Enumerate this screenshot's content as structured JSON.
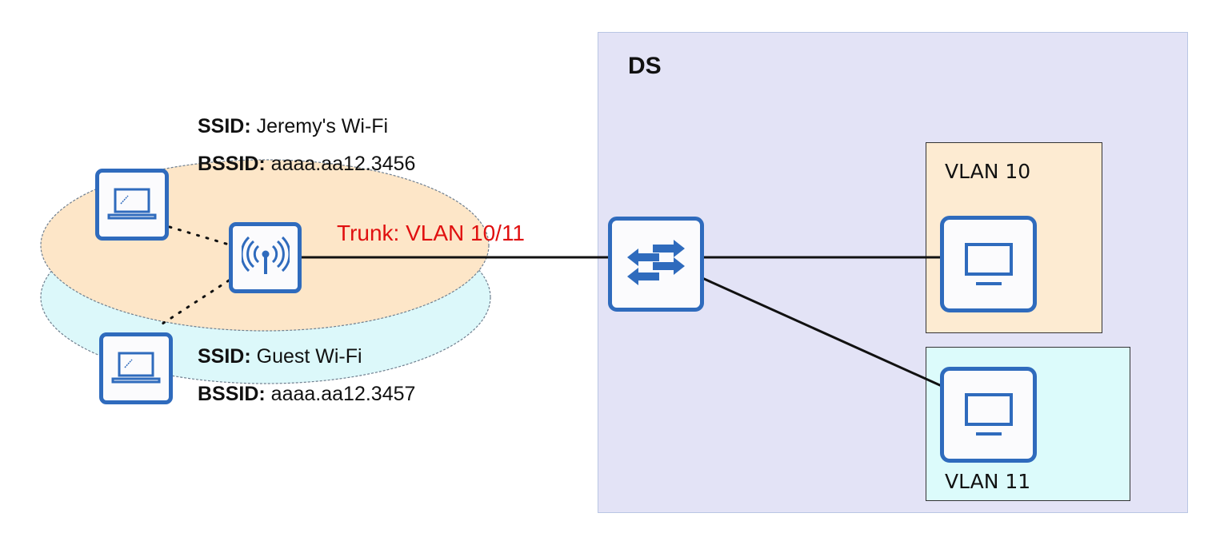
{
  "wireless": {
    "bss1": {
      "ssid_key": "SSID:",
      "ssid_value": " Jeremy's Wi-Fi",
      "bssid_key": "BSSID:",
      "bssid_value": " aaaa.aa12.3456",
      "fill": "#fde6c8"
    },
    "bss2": {
      "ssid_key": "SSID:",
      "ssid_value": " Guest Wi-Fi",
      "bssid_key": "BSSID:",
      "bssid_value": " aaaa.aa12.3457",
      "fill": "#dcf8fa"
    }
  },
  "link": {
    "trunk_label": "Trunk: VLAN 10/11",
    "trunk_color": "#e01010"
  },
  "ds": {
    "title": "DS",
    "vlans": [
      {
        "label": "VLAN 10"
      },
      {
        "label": "VLAN 11"
      }
    ]
  },
  "devices": {
    "laptop_1": "laptop-icon",
    "laptop_2": "laptop-icon",
    "access_point": "wireless-access-point-icon",
    "switch": "switch-icon",
    "pc_vlan10": "desktop-icon",
    "pc_vlan11": "desktop-icon"
  },
  "colors": {
    "device_stroke": "#2f6bbd",
    "ds_fill": "#e3e3f6",
    "vlan10_fill": "#fdebd2",
    "vlan11_fill": "#dcfbfb"
  }
}
